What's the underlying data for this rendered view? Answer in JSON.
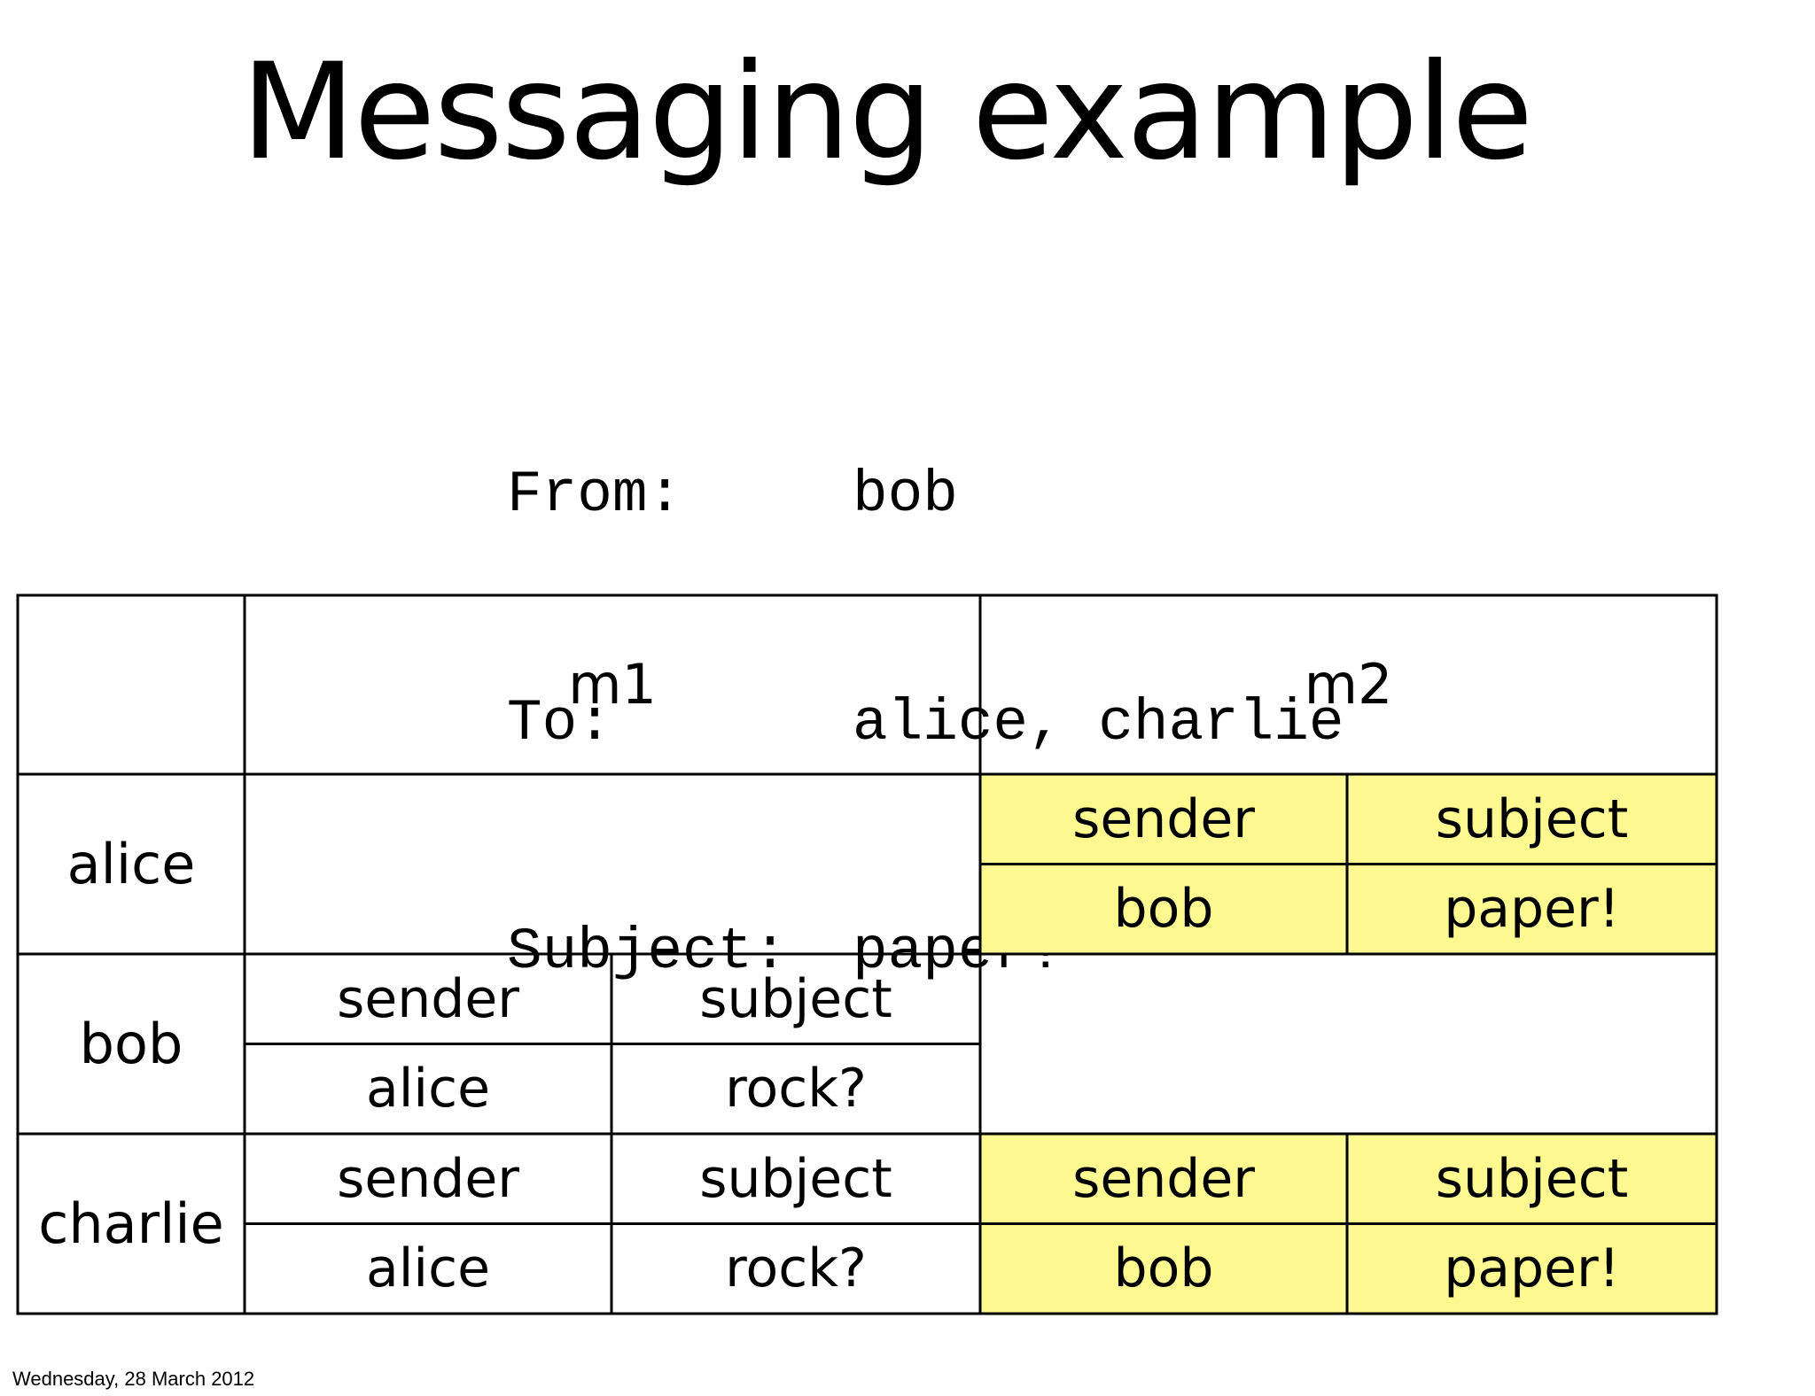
{
  "slide": {
    "title": "Messaging example",
    "message": {
      "from_key": "From:",
      "from_value": "bob",
      "to_key": "To:",
      "to_value": "alice, charlie",
      "subject_key": "Subject:",
      "subject_value": "paper!"
    },
    "table": {
      "columns": [
        "m1",
        "m2"
      ],
      "rows": [
        {
          "name": "alice",
          "m1": null,
          "m2": {
            "headers": [
              "sender",
              "subject"
            ],
            "values": [
              "bob",
              "paper!"
            ]
          }
        },
        {
          "name": "bob",
          "m1": {
            "headers": [
              "sender",
              "subject"
            ],
            "values": [
              "alice",
              "rock?"
            ]
          },
          "m2": null
        },
        {
          "name": "charlie",
          "m1": {
            "headers": [
              "sender",
              "subject"
            ],
            "values": [
              "alice",
              "rock?"
            ]
          },
          "m2": {
            "headers": [
              "sender",
              "subject"
            ],
            "values": [
              "bob",
              "paper!"
            ]
          }
        }
      ]
    },
    "highlight_color": "#fdf890",
    "footer_date": "Wednesday, 28 March 2012"
  }
}
